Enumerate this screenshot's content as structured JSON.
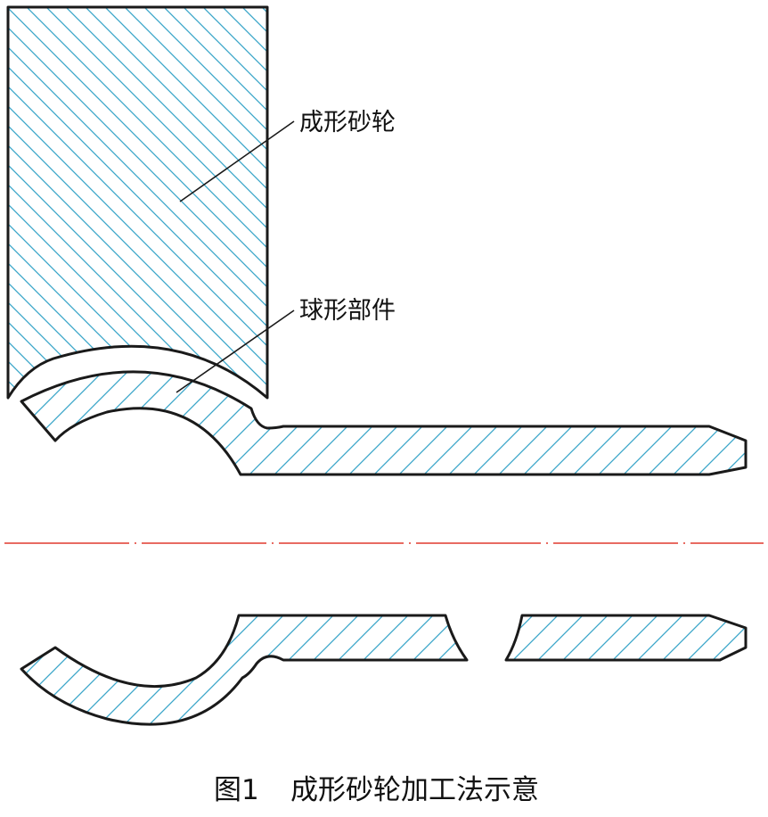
{
  "labels": {
    "wheel": "成形砂轮",
    "part": "球形部件"
  },
  "caption": {
    "figure_number": "图1",
    "title": "成形砂轮加工法示意"
  },
  "colors": {
    "hatch": "#3aa6c9",
    "outline": "#1a1a1a",
    "centerline": "#e03a2e",
    "background": "#ffffff"
  }
}
